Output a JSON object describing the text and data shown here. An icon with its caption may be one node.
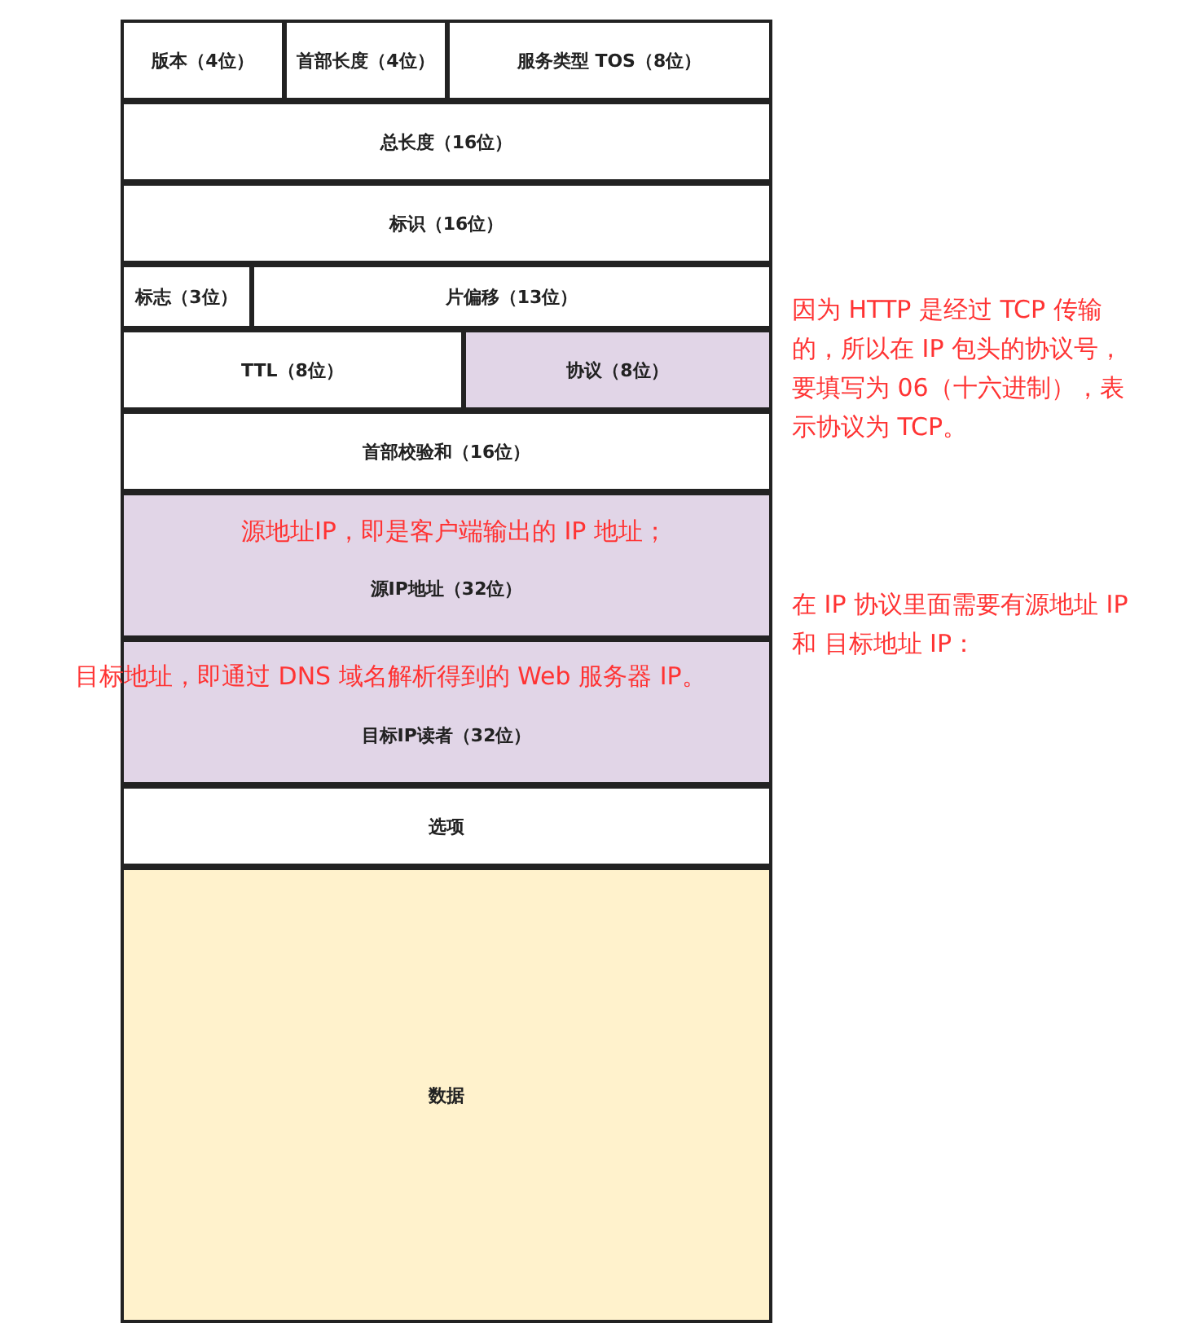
{
  "diagram": {
    "nodes": [
      {
        "text": [
          "版本（4位）"
        ]
      },
      {
        "text": [
          "首部长度（4位）"
        ]
      },
      {
        "text": [
          "服务类型 TOS（8位）"
        ]
      },
      {
        "text": [
          "总长度（16位）"
        ]
      },
      {
        "text": [
          "标识（16位）"
        ]
      },
      {
        "text": [
          "标志（3位）"
        ]
      },
      {
        "text": [
          "片偏移（13位）"
        ]
      },
      {
        "text": [
          "TTL（8位）"
        ]
      },
      {
        "text": [
          "协议（8位）"
        ]
      },
      {
        "text": [
          "首部校验和（16位）"
        ]
      },
      {
        "text": [
          "源IP地址（32位）"
        ]
      },
      {
        "text": [
          "目标IP读者（32位）"
        ]
      },
      {
        "text": [
          "选项"
        ]
      },
      {
        "text": [
          "数据"
        ]
      }
    ],
    "labels": [
      "因为 HTTP 是经过 TCP 传输的，所以在 IP 包头的协议号，要填写为 06（十六进制），表示协议为 TCP。",
      "源地址IP，即是客户端输出的 IP 地址；",
      "在 IP 协议里面需要有源地址 IP 和 目标地址 IP：",
      "目标地址，即通过 DNS 域名解析得到的 Web 服务器 IP。"
    ]
  }
}
